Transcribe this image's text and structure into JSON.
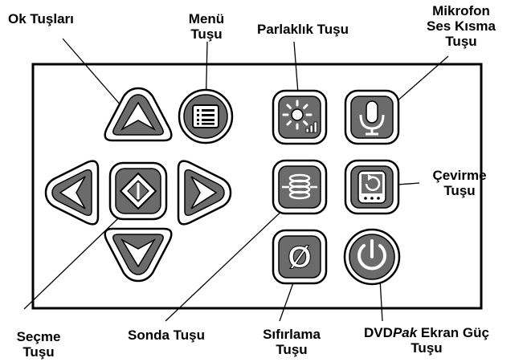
{
  "labels": {
    "arrow_keys": "Ok Tuşları",
    "menu_key_line1": "Menü",
    "menu_key_line2": "Tuşu",
    "brightness_key": "Parlaklık Tuşu",
    "mic_mute_line1": "Mikrofon",
    "mic_mute_line2": "Ses Kısma",
    "mic_mute_line3": "Tuşu",
    "rotate_key_line1": "Çevirme",
    "rotate_key_line2": "Tuşu",
    "select_key_line1": "Seçme",
    "select_key_line2": "Tuşu",
    "probe_key": "Sonda Tuşu",
    "zero_key_line1": "Sıfırlama",
    "zero_key_line2": "Tuşu",
    "power_prefix": "DVD",
    "power_italic": "Pak",
    "power_suffix": " Ekran Güç",
    "power_line2": "Tuşu"
  },
  "zero_symbol": "Ø",
  "icons": [
    "menu-icon",
    "sun-icon",
    "microphone-icon",
    "coil-icon",
    "rotate-icon",
    "zero-icon",
    "power-icon"
  ],
  "colors": {
    "key_fill": "#6b6b6b",
    "outline": "#000000",
    "background": "#ffffff"
  }
}
